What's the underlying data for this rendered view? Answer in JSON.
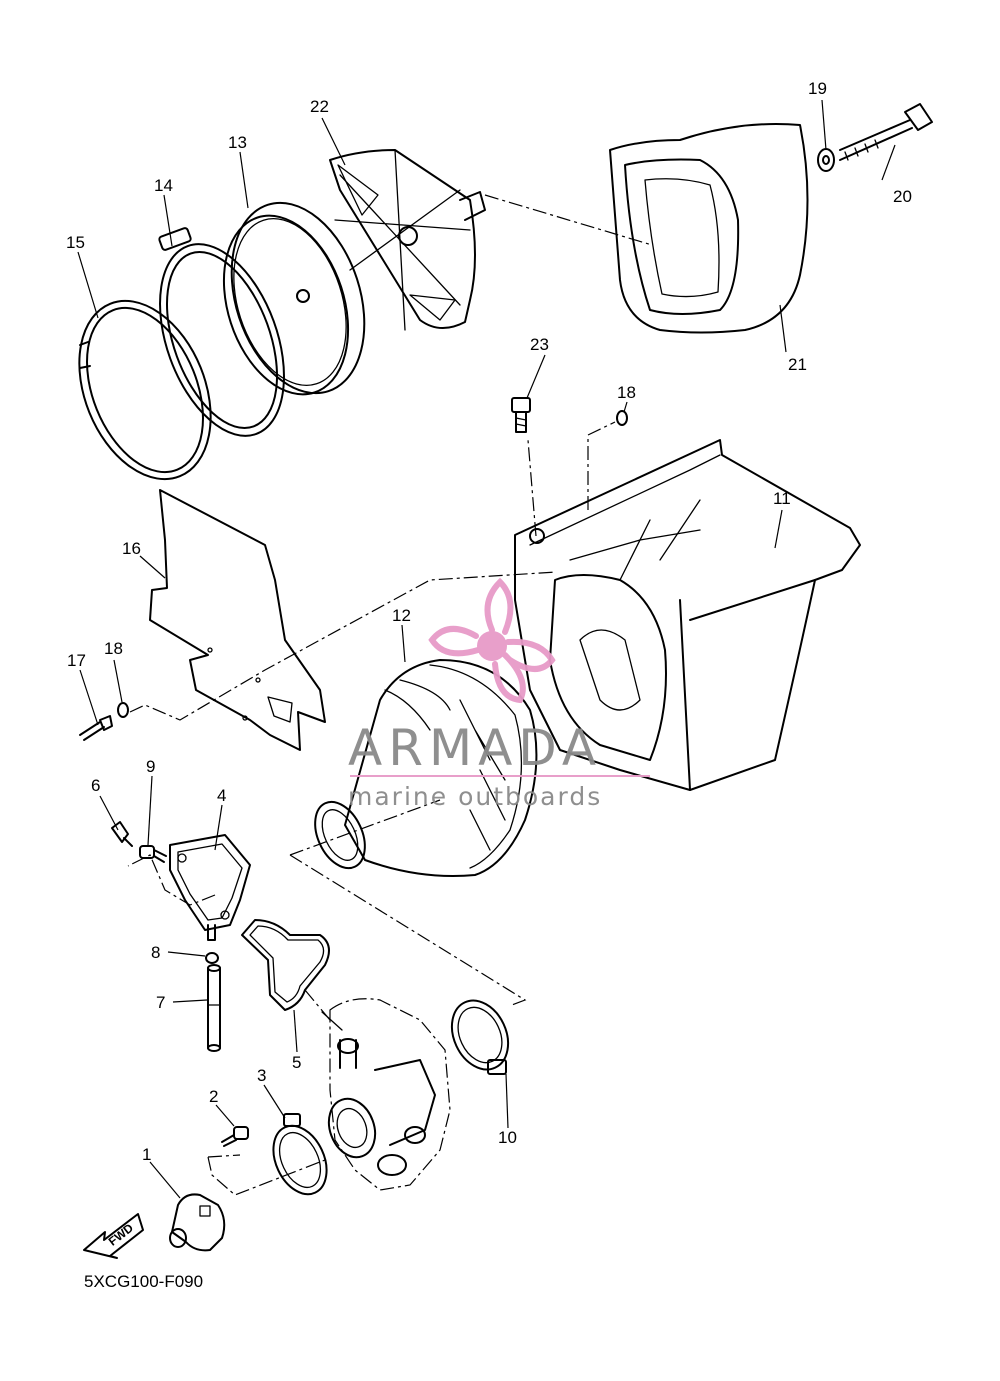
{
  "diagram": {
    "code": "5XCG100-F090",
    "fwd_label": "FWD",
    "parts": [
      "1",
      "2",
      "3",
      "4",
      "5",
      "6",
      "7",
      "8",
      "9",
      "10",
      "11",
      "12",
      "13",
      "14",
      "15",
      "16",
      "17",
      "18",
      "18",
      "19",
      "20",
      "21",
      "22",
      "23"
    ]
  },
  "watermark": {
    "brand": "ARMADA",
    "tagline": "marine outboards",
    "accent_color": "#e79ac8",
    "text_color": "#8a8a8a"
  }
}
